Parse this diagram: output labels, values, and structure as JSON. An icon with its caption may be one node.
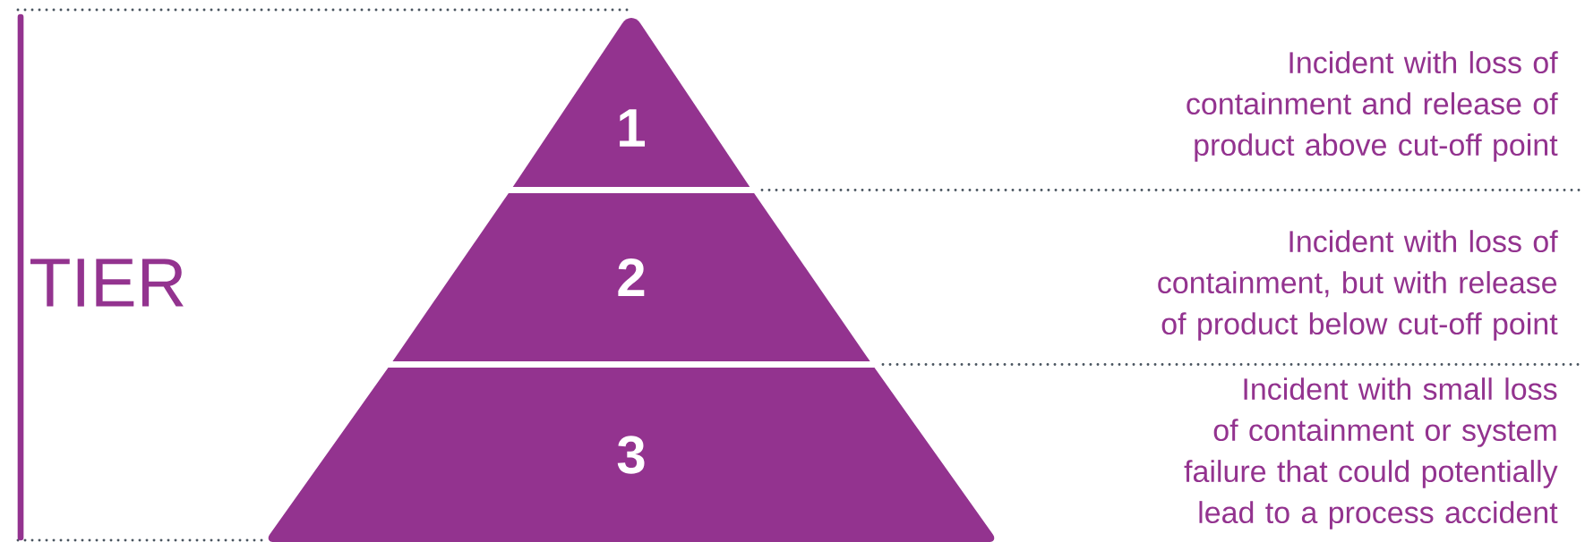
{
  "diagram": {
    "nodes": [
      {
        "text": [
          "1"
        ]
      },
      {
        "text": [
          "2"
        ]
      },
      {
        "text": [
          "3"
        ]
      }
    ],
    "labels": [
      "TIER",
      "Incident with loss of containment and release of product above cut-off point",
      "Incident with loss of containment, but with release of product below cut-off point",
      "Incident with small loss of containment or system failure that could potentially lead to a process accident"
    ]
  }
}
